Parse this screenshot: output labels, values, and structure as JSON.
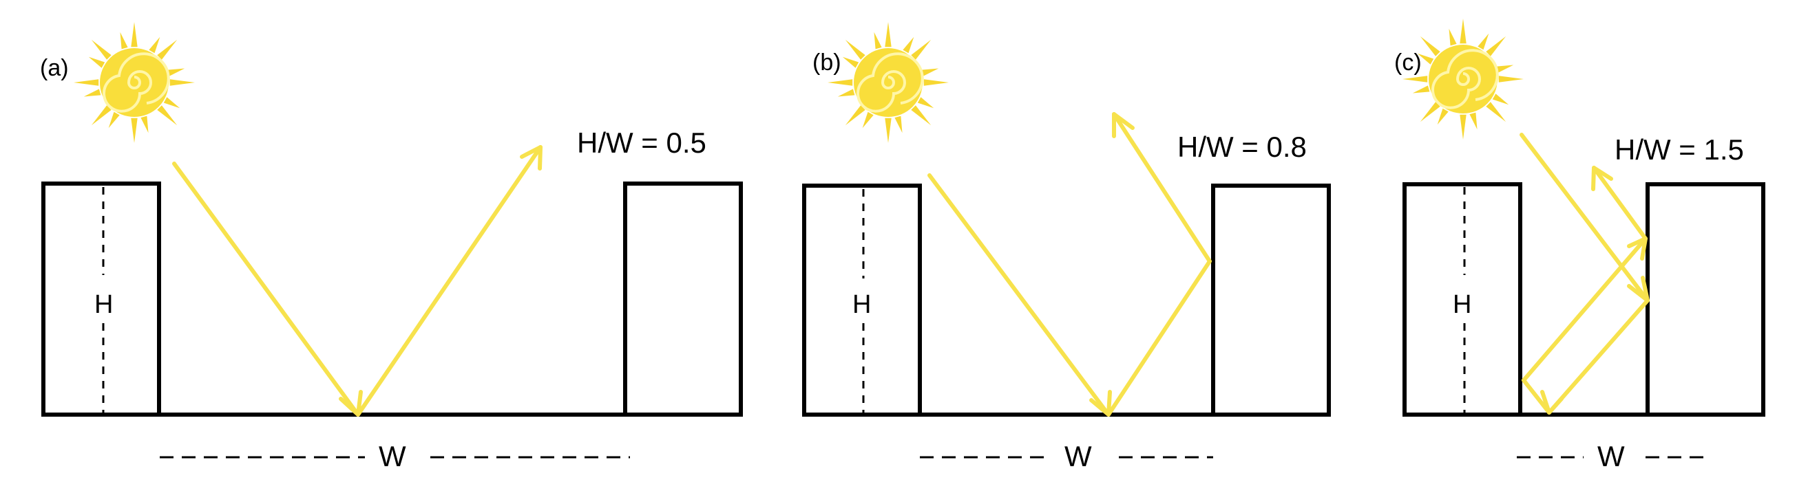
{
  "panels": [
    {
      "id": "a",
      "panel_label": "(a)",
      "ratio_text": "H/W = 0.5",
      "h_label": "H",
      "w_label": "W"
    },
    {
      "id": "b",
      "panel_label": "(b)",
      "ratio_text": "H/W = 0.8",
      "h_label": "H",
      "w_label": "W"
    },
    {
      "id": "c",
      "panel_label": "(c)",
      "ratio_text": "H/W = 1.5",
      "h_label": "H",
      "w_label": "W"
    }
  ],
  "colors": {
    "sun": "#f9de3b",
    "sun_rays": "#f7d731",
    "light_ray": "#f7e24d",
    "building": "#000000"
  },
  "icons": {
    "sun": "sun-icon"
  }
}
